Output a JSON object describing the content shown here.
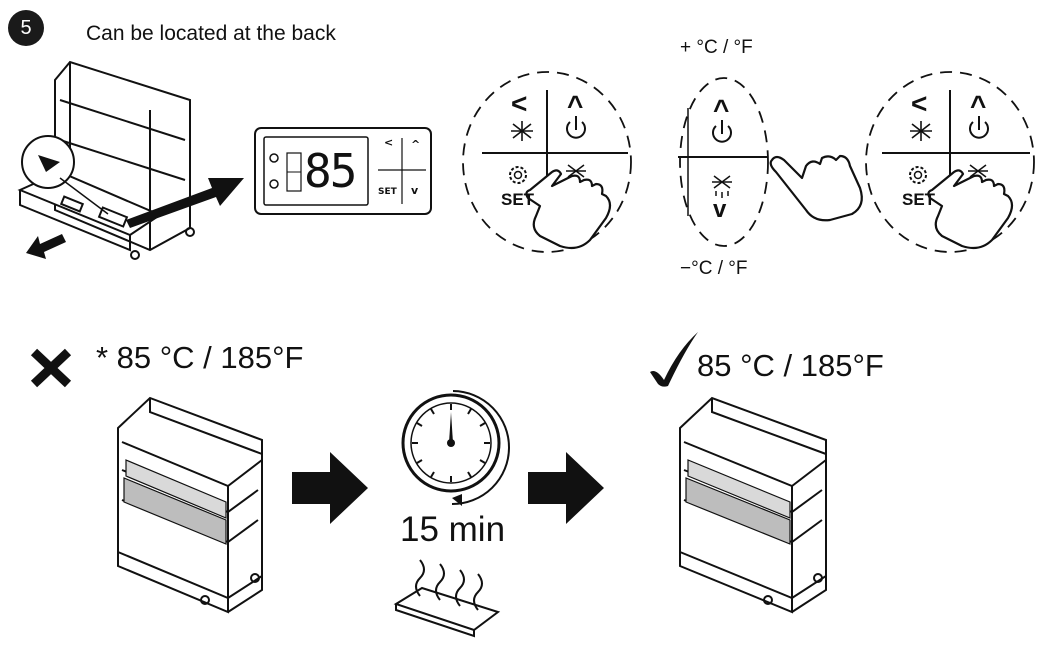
{
  "step": {
    "number": "5",
    "caption": "Can be located at the back"
  },
  "display": {
    "reading": "85"
  },
  "keypad": {
    "left_arrow": "<",
    "up_arrow": "^",
    "down_arrow": "v",
    "set_label": "SET"
  },
  "temperature_adjust": {
    "increase": "+ °C / °F",
    "decrease": "−°C / °F"
  },
  "process": {
    "before_temp": "* 85 °C / 185°F",
    "timer": "15 min",
    "after_temp": "85 °C / 185°F"
  },
  "icons": [
    "step-number-badge",
    "cross-mark-icon",
    "check-mark-icon",
    "snowflake-icon",
    "power-icon",
    "gear-icon",
    "defrost-icon",
    "hand-pointer-icon",
    "clock-icon",
    "arrow-right-icon",
    "heat-waves-icon"
  ],
  "colors": {
    "ink": "#111111",
    "background": "#ffffff"
  }
}
